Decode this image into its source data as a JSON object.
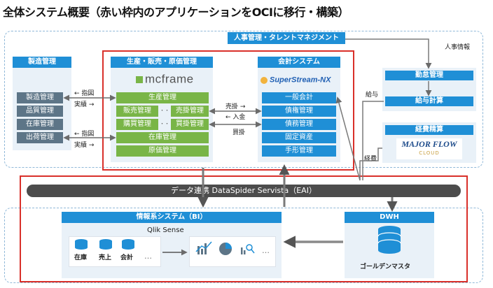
{
  "title": "全体システム概要（赤い枠内のアプリケーションをOCIに移行・構築）",
  "hr_bar": "人事管理・タレントマネジメント",
  "hr_info_label": "人事情報",
  "manufacturing": {
    "header": "製造管理",
    "items": [
      "製造管理",
      "品質管理",
      "在庫管理",
      "出荷管理"
    ],
    "arrow_labels": {
      "instruction1": "← 指図",
      "actual1": "実績 →",
      "instruction2": "← 指図",
      "actual2": "実績 →"
    }
  },
  "production": {
    "header": "生産・販売・原価管理",
    "logo": "mcframe",
    "items": {
      "seisan": "生産管理",
      "hanbai": "販売管理",
      "urikake": "売掛管理",
      "kobai": "購買管理",
      "kaikake": "買掛管理",
      "zaiko": "在庫管理",
      "genka": "原価管理"
    },
    "dots": "・・・"
  },
  "flow_labels": {
    "urikake": "売掛 →",
    "nyukin": "← 入金",
    "kaikake": "買掛"
  },
  "accounting": {
    "header": "会計システム",
    "logo": "SuperStream-NX",
    "items": [
      "一般会計",
      "債権管理",
      "債務管理",
      "固定資産",
      "手形管理"
    ]
  },
  "right_side": {
    "kintai": "勤怠管理",
    "kyuyo": "給与計算",
    "keihi": "経費精算",
    "logo_main": "MAJOR FLOW",
    "logo_sub": "CLOUD",
    "label_kyuyo": "給与",
    "label_keihi": "経費"
  },
  "eai": "データ連携 DataSpider Servista（EAI）",
  "bi": {
    "header": "情報系システム（BI）",
    "product": "Qlik Sense",
    "dbs": [
      "在庫",
      "売上",
      "会計"
    ],
    "dots": "…"
  },
  "dwh": {
    "header": "DWH",
    "label": "ゴールデンマスタ"
  },
  "colors": {
    "accent": "#1f8fd6",
    "red": "#d9302a",
    "green": "#79b547",
    "gray_item": "#5d7587"
  }
}
